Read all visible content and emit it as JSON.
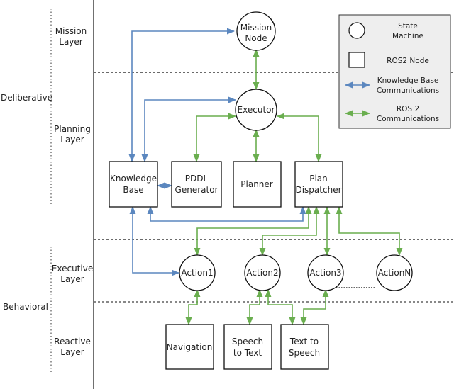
{
  "colors": {
    "knowledge_base_arrow": "#5b87bf",
    "ros2_arrow": "#6aae4f",
    "legend_bg": "#eeeeee",
    "stroke": "#111111"
  },
  "side_labels": {
    "deliberative": "Deliberative",
    "behavioral": "Behavioral"
  },
  "layers": {
    "mission": [
      "Mission",
      "Layer"
    ],
    "planning": [
      "Planning",
      "Layer"
    ],
    "executive": [
      "Executive",
      "Layer"
    ],
    "reactive": [
      "Reactive",
      "Layer"
    ]
  },
  "state_machines": {
    "mission_node": [
      "Mission",
      "Node"
    ],
    "executor": "Executor",
    "action1": "Action1",
    "action2": "Action2",
    "action3": "Action3",
    "actionN": "ActionN"
  },
  "ros2_nodes": {
    "knowledge_base": [
      "Knowledge",
      "Base"
    ],
    "pddl_generator": [
      "PDDL",
      "Generator"
    ],
    "planner": "Planner",
    "plan_dispatcher": [
      "Plan",
      "Dispatcher"
    ],
    "navigation": "Navigation",
    "speech_to_text": [
      "Speech",
      "to Text"
    ],
    "text_to_speech": [
      "Text to",
      "Speech"
    ]
  },
  "legend": {
    "state_machine": [
      "State",
      "Machine"
    ],
    "ros2_node": "ROS2 Node",
    "kb_comm": [
      "Knowledge Base",
      "Communications"
    ],
    "ros2_comm": [
      "ROS 2",
      "Communications"
    ]
  }
}
